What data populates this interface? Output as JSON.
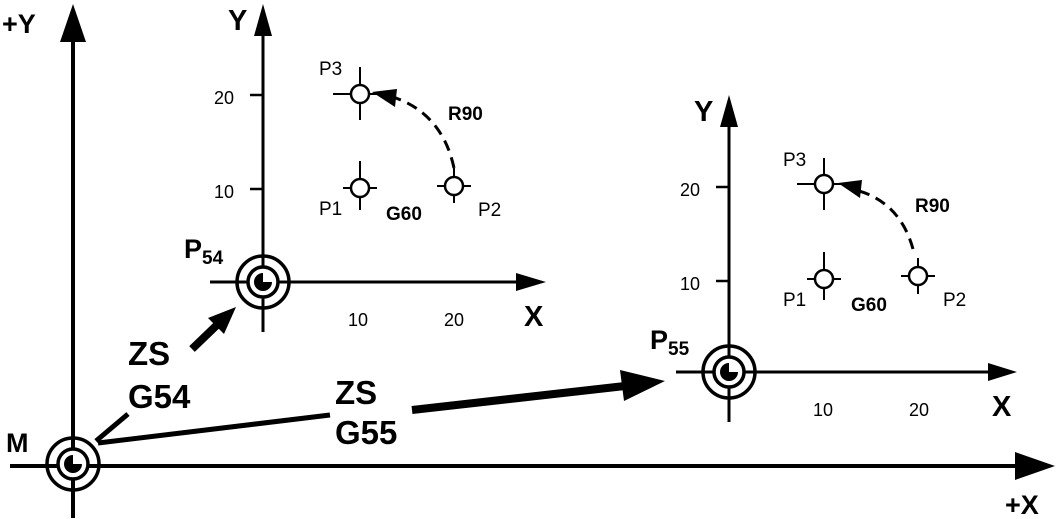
{
  "machine_axes": {
    "x_label": "+X",
    "y_label": "+Y",
    "origin_label": "M"
  },
  "shift_g54": {
    "line1": "ZS",
    "line2": "G54"
  },
  "shift_g55": {
    "line1": "ZS",
    "line2": "G55"
  },
  "frame_g54": {
    "origin_label": "P",
    "origin_sub": "54",
    "x_axis_label": "X",
    "y_axis_label": "Y",
    "x_ticks": [
      "10",
      "20"
    ],
    "y_ticks": [
      "10",
      "20"
    ],
    "points": {
      "p1": "P1",
      "p2": "P2",
      "p3": "P3"
    },
    "code_label": "G60",
    "arc_label": "R90"
  },
  "frame_g55": {
    "origin_label": "P",
    "origin_sub": "55",
    "x_axis_label": "X",
    "y_axis_label": "Y",
    "x_ticks": [
      "10",
      "20"
    ],
    "y_ticks": [
      "10",
      "20"
    ],
    "points": {
      "p1": "P1",
      "p2": "P2",
      "p3": "P3"
    },
    "code_label": "G60",
    "arc_label": "R90"
  },
  "colors": {
    "ink": "#000000",
    "background": "#ffffff"
  }
}
